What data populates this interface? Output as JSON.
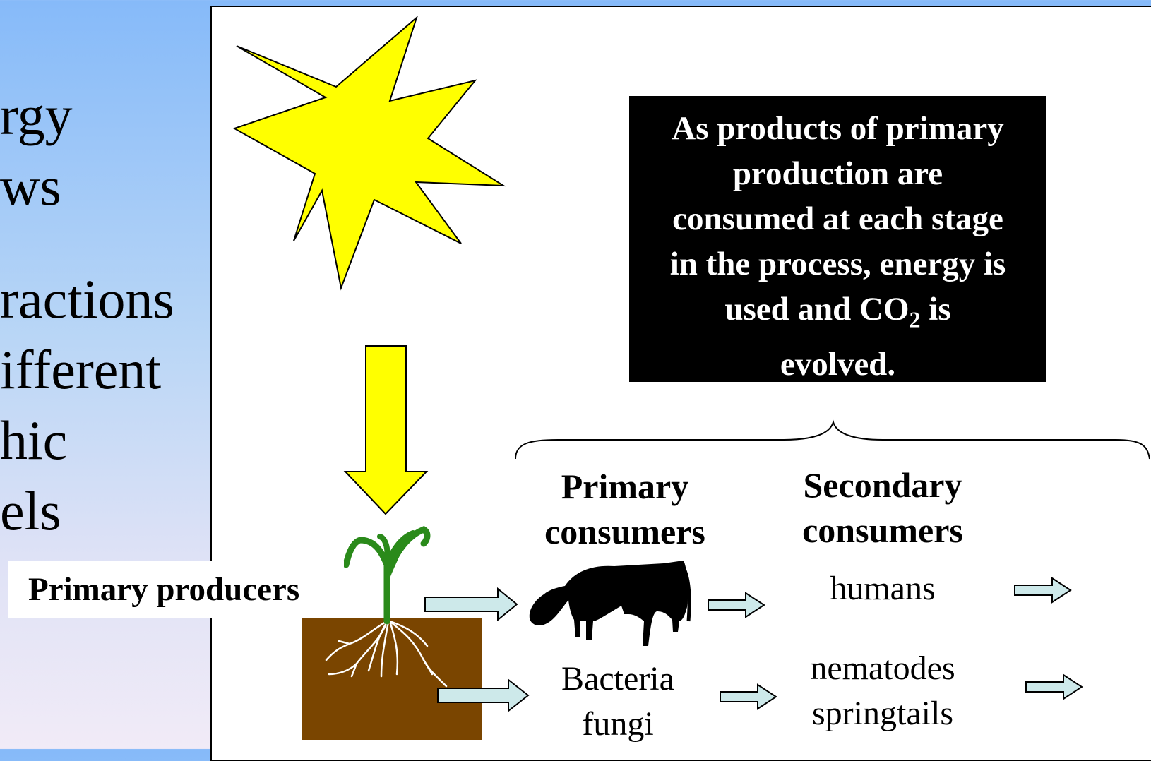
{
  "slide": {
    "bullet_fragments": [
      "rgy",
      "ws",
      "ractions",
      "ifferent",
      "hic",
      "els"
    ]
  },
  "diagram": {
    "info_box": {
      "line1": "As products of primary",
      "line2": "production are",
      "line3": "consumed at each stage",
      "line4": "in the process, energy is",
      "line5_pre": "used and CO",
      "line5_sub": "2",
      "line5_post": " is",
      "line6": "evolved."
    },
    "primary_consumers": {
      "line1": "Primary",
      "line2": "consumers"
    },
    "secondary_consumers": {
      "line1": "Secondary",
      "line2": "consumers"
    },
    "primary_producers": "Primary producers",
    "items": {
      "humans": "humans",
      "bacteria": "Bacteria",
      "fungi": "fungi",
      "nematodes": "nematodes",
      "springtails": "springtails"
    }
  },
  "colors": {
    "sun": "#ffff00",
    "arrow_yellow": "#ffff00",
    "soil": "#7a4500",
    "plant": "#2a8a1a",
    "flow_arrow": "#cde9ea",
    "box": "#000000"
  }
}
